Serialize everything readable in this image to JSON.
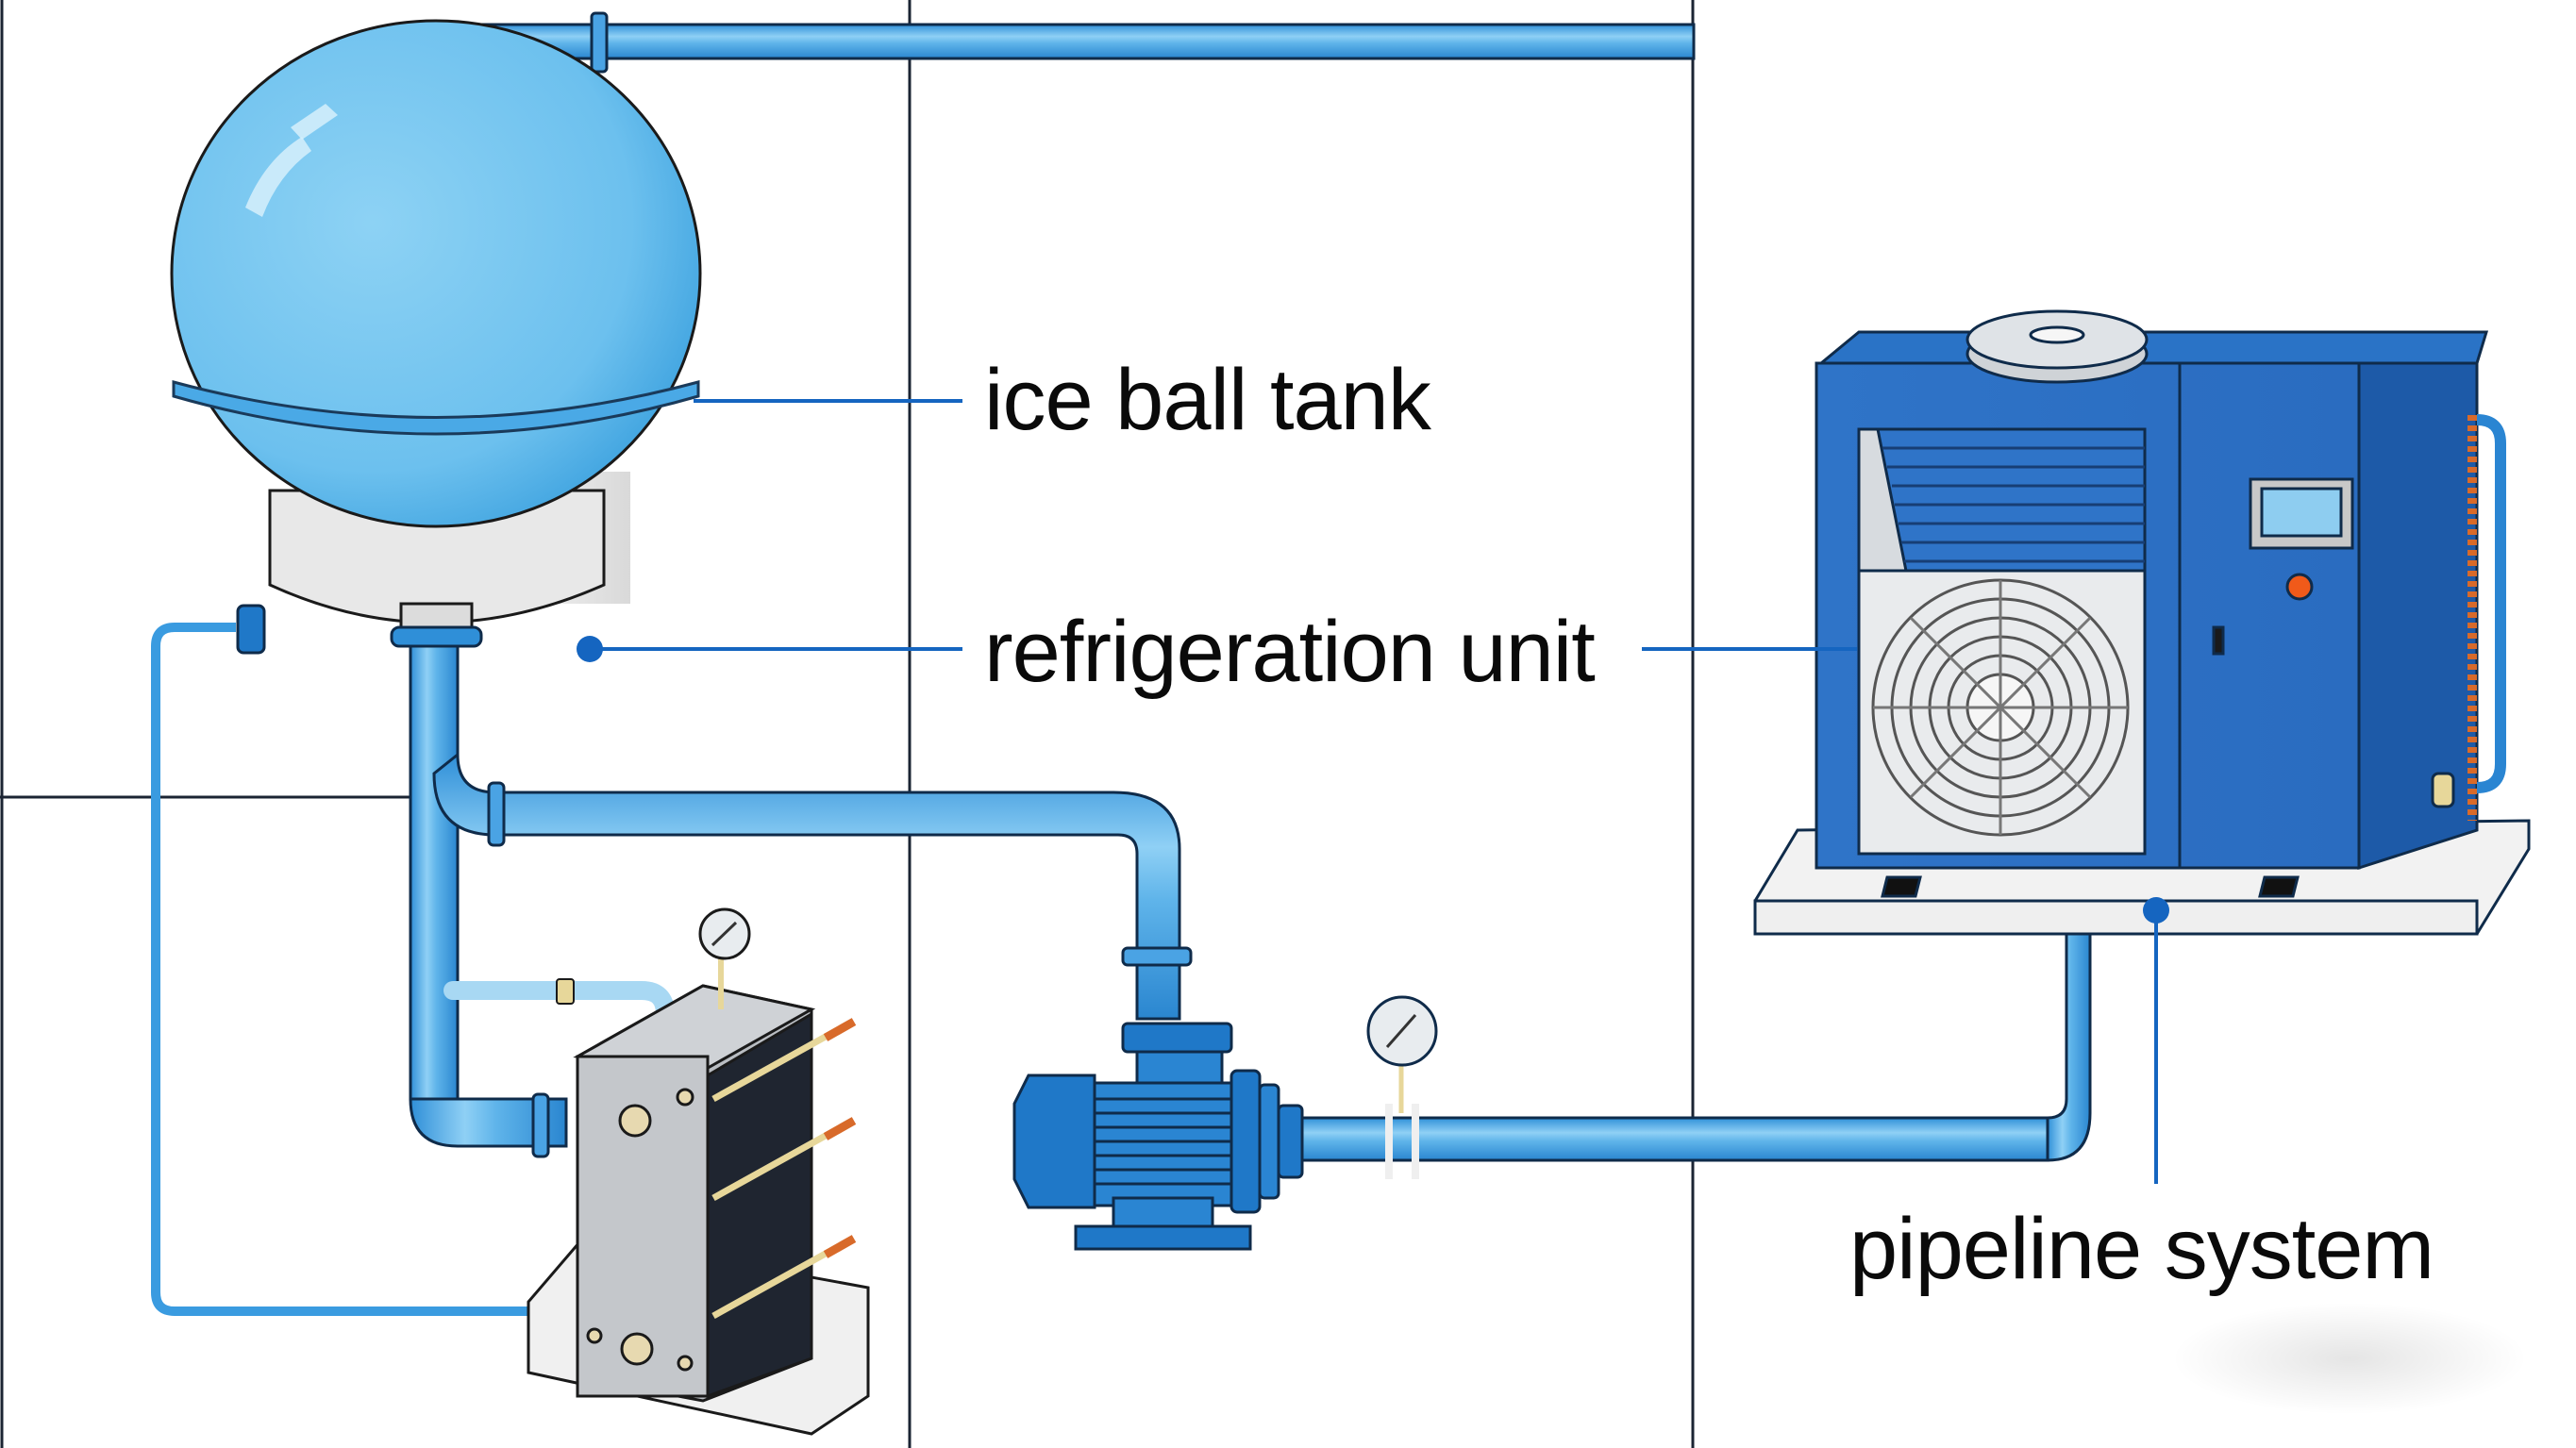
{
  "diagram": {
    "title": "Ice ball tank cooling system",
    "labels": {
      "ice_ball_tank": "ice ball tank",
      "refrigeration_unit": "refrigeration unit",
      "pipeline_system": "pipeline system"
    },
    "components": [
      {
        "id": "ice-ball-tank",
        "icon": "spherical-tank-icon"
      },
      {
        "id": "refrigeration-unit",
        "icon": "condensing-unit-icon"
      },
      {
        "id": "plate-heat-exchanger",
        "icon": "heat-exchanger-icon"
      },
      {
        "id": "circulation-pump",
        "icon": "pump-icon"
      },
      {
        "id": "pressure-gauge",
        "icon": "gauge-icon",
        "count": 2
      },
      {
        "id": "pipeline",
        "icon": "pipe-icon"
      }
    ],
    "colors": {
      "pipe_blue": "#3a9be0",
      "pipe_light": "#8fd0f5",
      "tank_blue": "#6cc0ee",
      "tank_dark": "#3aa0de",
      "unit_blue": "#2f74c8",
      "unit_dark": "#1d5aa8",
      "leader_line": "#1565c0",
      "divider": "#1b2433",
      "indicator_orange": "#f05a1a",
      "screen_blue": "#8ecdf0",
      "copper": "#d86a2a",
      "brass": "#e7d79a"
    }
  }
}
